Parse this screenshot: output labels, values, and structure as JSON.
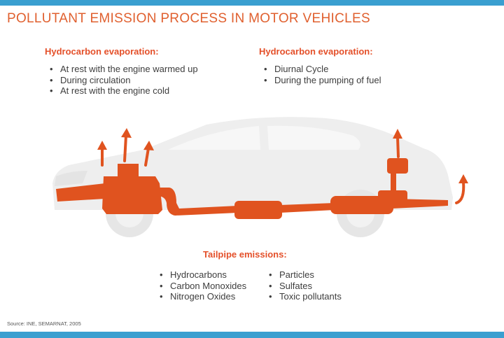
{
  "title": "POLLUTANT EMISSION PROCESS IN MOTOR VEHICLES",
  "evaporation_left": {
    "heading": "Hydrocarbon evaporation:",
    "items": [
      "At rest with the engine warmed up",
      "During circulation",
      "At rest with the engine cold"
    ]
  },
  "evaporation_right": {
    "heading": "Hydrocarbon evaporation:",
    "items": [
      "Diurnal Cycle",
      "During the pumping of fuel"
    ]
  },
  "tailpipe": {
    "heading": "Tailpipe emissions:",
    "column1": [
      "Hydrocarbons",
      "Carbon Monoxides",
      "Nitrogen Oxides"
    ],
    "column2": [
      "Particles",
      "Sulfates",
      "Toxic pollutants"
    ]
  },
  "source": "Source: INE, SEMARNAT, 2005",
  "colors": {
    "accent": "#e0602f",
    "heading": "#e4502a",
    "frame_bar": "#3a9fd0",
    "car_body": "#eeeeee"
  }
}
